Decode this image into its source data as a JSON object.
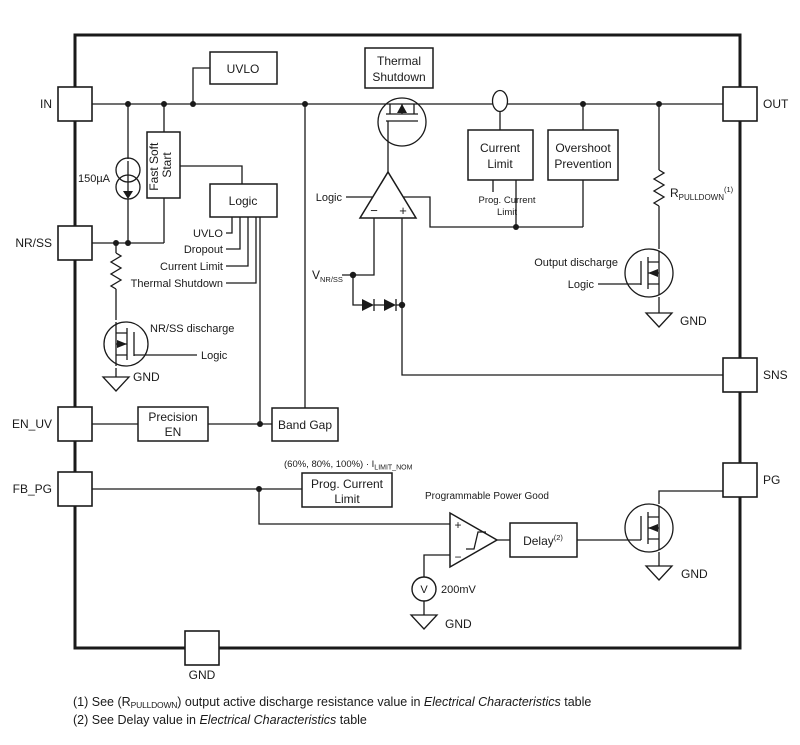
{
  "pins": {
    "in": "IN",
    "nrss": "NR/SS",
    "en_uv": "EN_UV",
    "fb_pg": "FB_PG",
    "out": "OUT",
    "sns": "SNS",
    "pg": "PG",
    "gnd": "GND"
  },
  "blocks": {
    "uvlo": "UVLO",
    "thermal_shutdown": [
      "Thermal",
      "Shutdown"
    ],
    "fast_soft_start": [
      "Fast Soft",
      "Start"
    ],
    "logic": "Logic",
    "current_limit": [
      "Current",
      "Limit"
    ],
    "overshoot_prevention": [
      "Overshoot",
      "Prevention"
    ],
    "precision_en": [
      "Precision",
      "EN"
    ],
    "band_gap": "Band Gap",
    "prog_current_limit": [
      "Prog. Current",
      "Limit"
    ],
    "delay": {
      "base": "Delay",
      "sup": "(2)"
    }
  },
  "signals": {
    "current_source": "150µA",
    "logic_inputs": [
      "UVLO",
      "Dropout",
      "Current Limit",
      "Thermal Shutdown"
    ],
    "nrss_discharge": "NR/SS discharge",
    "logic": "Logic",
    "gnd": "GND",
    "v_nrss": {
      "base": "V",
      "sub": "NR/SS"
    },
    "prog_current_limit_small": [
      "Prog. Current",
      "Limit"
    ],
    "ilimit": {
      "base": "(60%, 80%, 100%) · I",
      "sub": "LIMIT_NOM"
    },
    "programmable_power_good": "Programmable Power Good",
    "v_source_symbol": "V",
    "v_source_value": "200mV",
    "r_pulldown": {
      "base": "R",
      "sub": "PULLDOWN",
      "sup": "(1)"
    },
    "output_discharge": "Output discharge",
    "plus": "+",
    "minus": "−"
  },
  "footnotes": {
    "fn1": [
      "(1) See (R",
      "PULLDOWN",
      ") output active discharge resistance value in ",
      "Electrical Characteristics",
      " table"
    ],
    "fn2": [
      "(2) See Delay value in ",
      "Electrical Characteristics",
      " table"
    ]
  }
}
